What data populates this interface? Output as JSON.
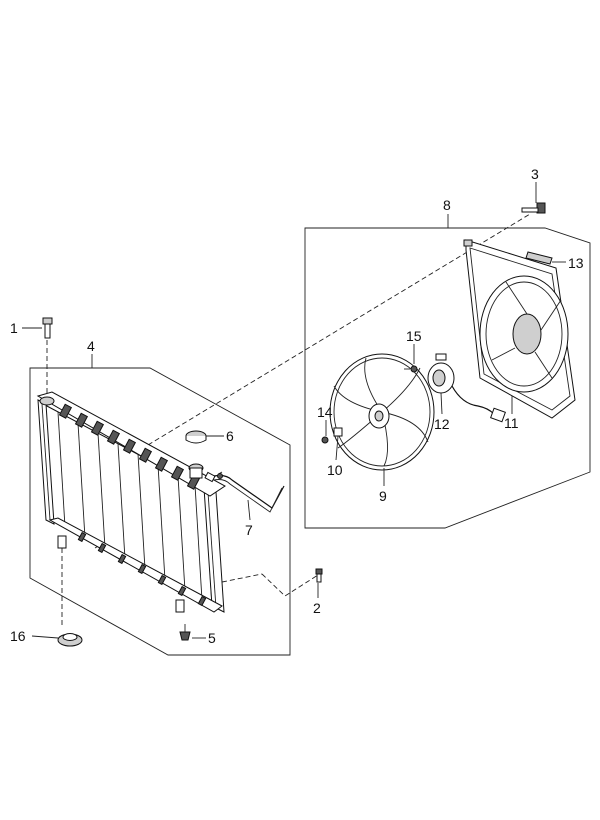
{
  "callouts": {
    "c1": "1",
    "c2": "2",
    "c3": "3",
    "c4": "4",
    "c5": "5",
    "c6": "6",
    "c7": "7",
    "c8": "8",
    "c9": "9",
    "c10": "10",
    "c11": "11",
    "c12": "12",
    "c13": "13",
    "c14": "14",
    "c15": "15",
    "c16": "16"
  },
  "colors": {
    "line": "#111111",
    "background": "#ffffff",
    "shade": "#cfcfcf"
  }
}
